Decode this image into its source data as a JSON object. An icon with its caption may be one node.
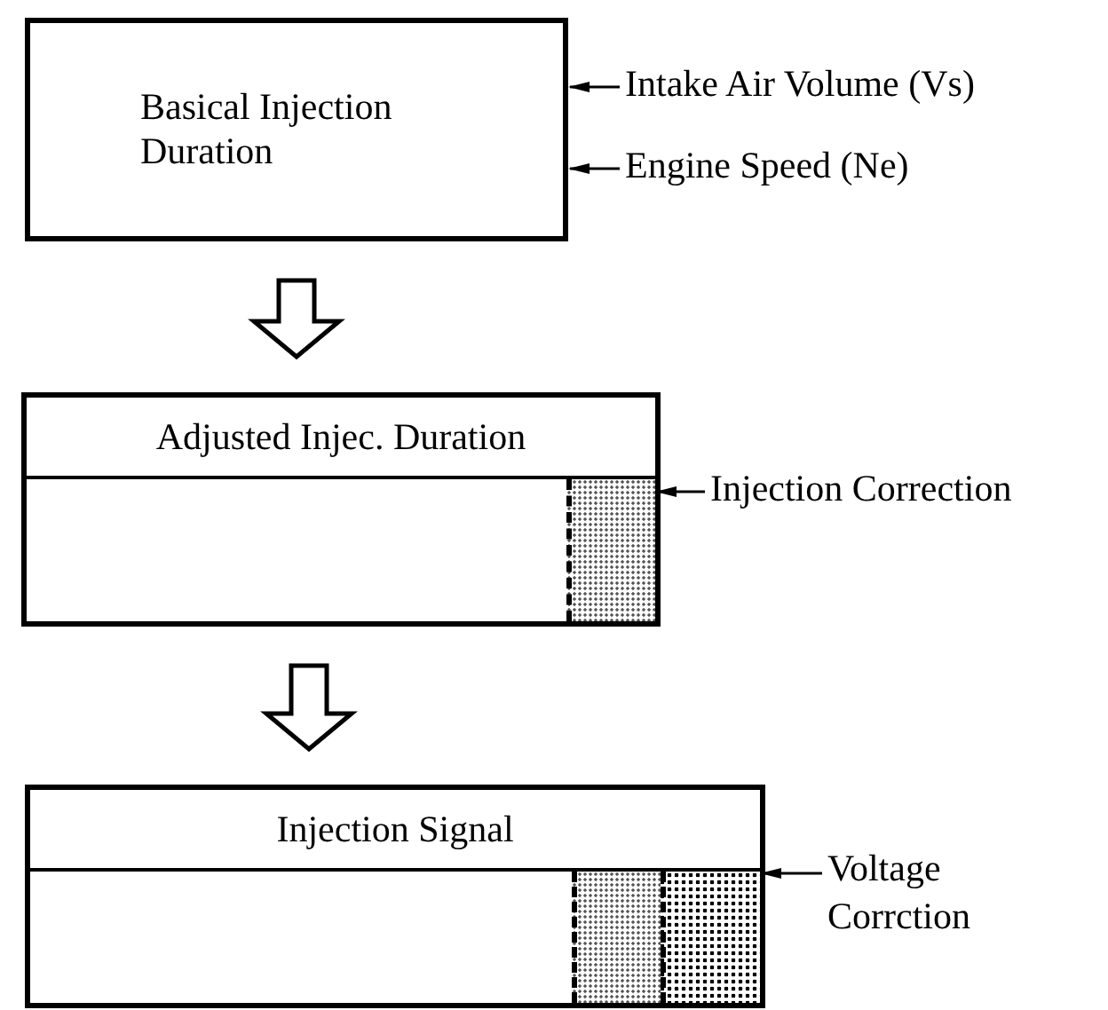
{
  "diagram": {
    "nodes": [
      {
        "text": [
          "Basical Injection Duration"
        ]
      },
      {
        "text": [
          "Intake Air Volume (Vs)"
        ]
      },
      {
        "text": [
          "Engine Speed (Ne)"
        ]
      },
      {
        "text": [
          "Adjusted Injec. Duration"
        ]
      },
      {
        "text": [],
        "shape": "box",
        "in": 3
      },
      {
        "text": [
          "Injection Correction"
        ]
      },
      {
        "text": [
          "Injection Signal"
        ]
      },
      {
        "text": [],
        "shape": "box",
        "in": 6
      },
      {
        "text": [],
        "shape": "box",
        "in": 6
      },
      {
        "text": [
          "Voltage Corrction"
        ]
      }
    ],
    "edges": [
      {
        "from": 1,
        "to": 0,
        "arrow": "to"
      },
      {
        "from": 2,
        "to": 0,
        "arrow": "to"
      },
      {
        "from": 0,
        "to": 3,
        "arrow": "to"
      },
      {
        "from": 5,
        "to": 4,
        "arrow": "to"
      },
      {
        "from": 3,
        "to": 6,
        "arrow": "to"
      },
      {
        "from": 9,
        "to": 8,
        "arrow": "to"
      }
    ]
  }
}
